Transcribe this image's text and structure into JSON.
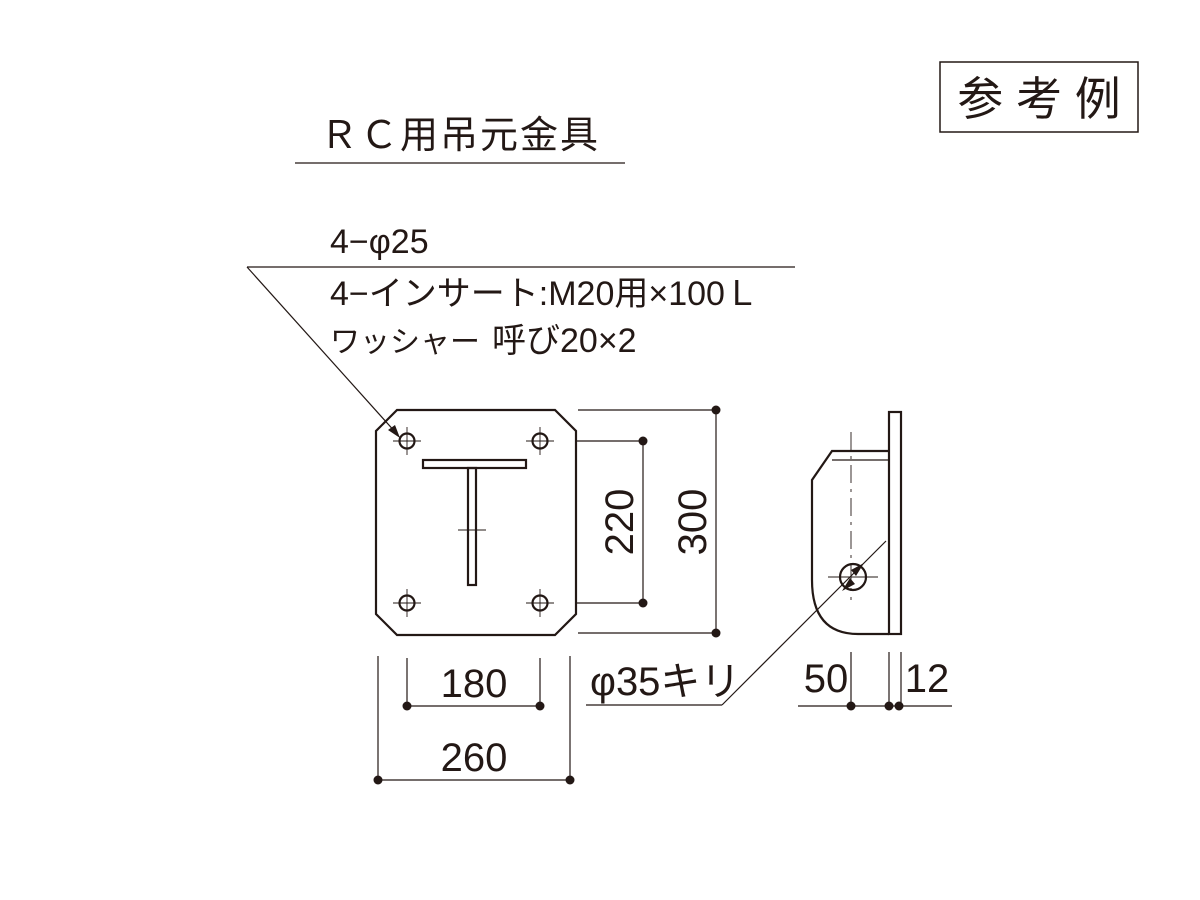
{
  "title": "ＲＣ用吊元金具",
  "badge": "参 考 例",
  "notes": {
    "holes": "4−φ25",
    "inserts": "4−インサート:M20用×100Ｌ",
    "washer_label": "ワッシャー",
    "washer_spec": "呼び20×2"
  },
  "dimensions": {
    "width_inner": "180",
    "width_outer": "260",
    "height_inner": "220",
    "height_outer": "300",
    "drill": "φ35キリ",
    "side_depth": "50",
    "side_thickness": "12"
  },
  "colors": {
    "line": "#231815",
    "background": "#ffffff"
  }
}
